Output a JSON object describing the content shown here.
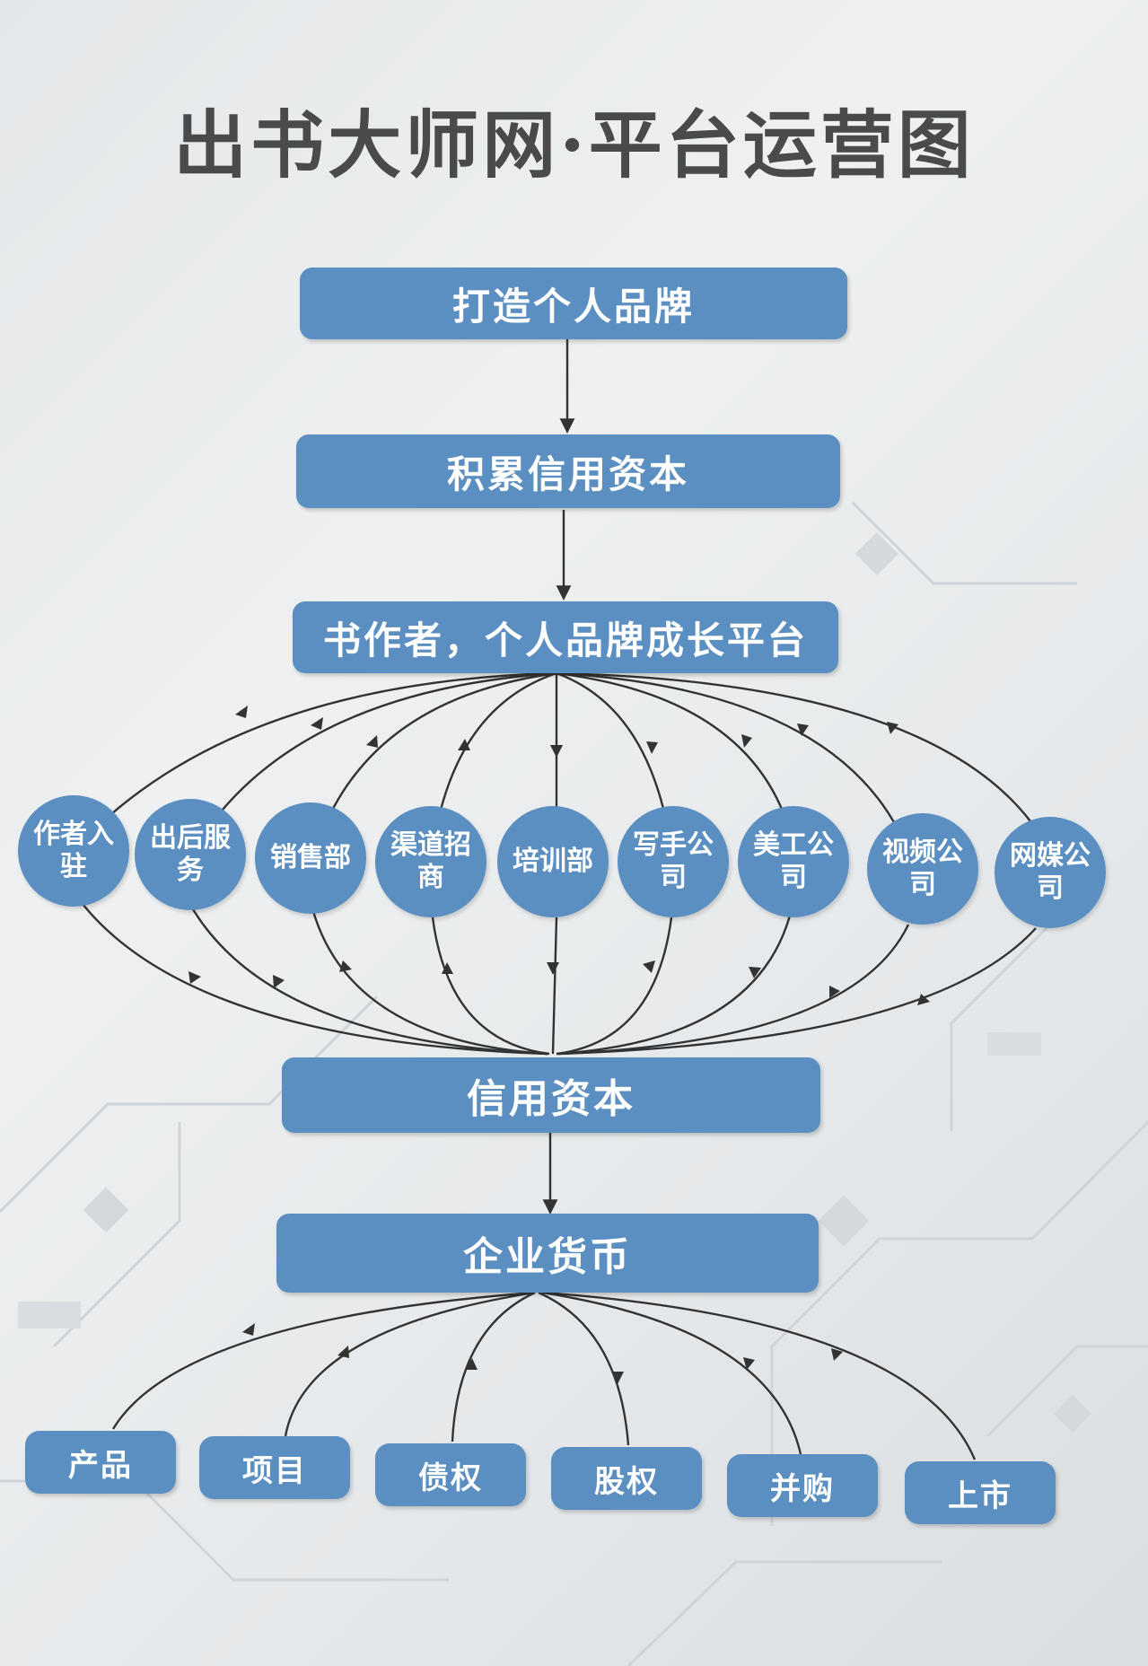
{
  "title": "出书大师网·平台运营图",
  "flow": {
    "brand": "打造个人品牌",
    "accumulate": "积累信用资本",
    "platform": "书作者，个人品牌成长平台",
    "credit": "信用资本",
    "currency": "企业货币"
  },
  "departments": [
    "作者入驻",
    "出后服务",
    "销售部",
    "渠道招商",
    "培训部",
    "写手公司",
    "美工公司",
    "视频公司",
    "网媒公司"
  ],
  "outcomes": [
    "产品",
    "项目",
    "债权",
    "股权",
    "并购",
    "上市"
  ],
  "colors": {
    "box": "#5b8fc1",
    "line": "#333333",
    "title": "#4a4a4a"
  }
}
